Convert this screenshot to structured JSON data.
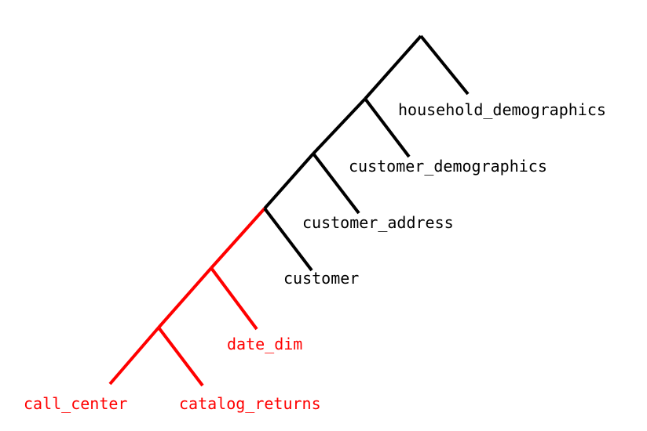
{
  "colors": {
    "default": "#000000",
    "highlight": "#ff0000"
  },
  "tree": {
    "nodes": [
      {
        "id": "root",
        "parent": null,
        "highlight": false
      },
      {
        "id": "n1",
        "parent": "root",
        "highlight": false
      },
      {
        "id": "household_demographics",
        "parent": "root",
        "label": "household_demographics",
        "highlight": false
      },
      {
        "id": "n2",
        "parent": "n1",
        "highlight": false
      },
      {
        "id": "customer_demographics",
        "parent": "n1",
        "label": "customer_demographics",
        "highlight": false
      },
      {
        "id": "n3",
        "parent": "n2",
        "highlight": false
      },
      {
        "id": "customer_address",
        "parent": "n2",
        "label": "customer_address",
        "highlight": false
      },
      {
        "id": "n4",
        "parent": "n3",
        "highlight": true
      },
      {
        "id": "customer",
        "parent": "n3",
        "label": "customer",
        "highlight": false
      },
      {
        "id": "n5",
        "parent": "n4",
        "highlight": true
      },
      {
        "id": "date_dim",
        "parent": "n4",
        "label": "date_dim",
        "highlight": true
      },
      {
        "id": "call_center",
        "parent": "n5",
        "label": "call_center",
        "highlight": true
      },
      {
        "id": "catalog_returns",
        "parent": "n5",
        "label": "catalog_returns",
        "highlight": true
      }
    ]
  }
}
